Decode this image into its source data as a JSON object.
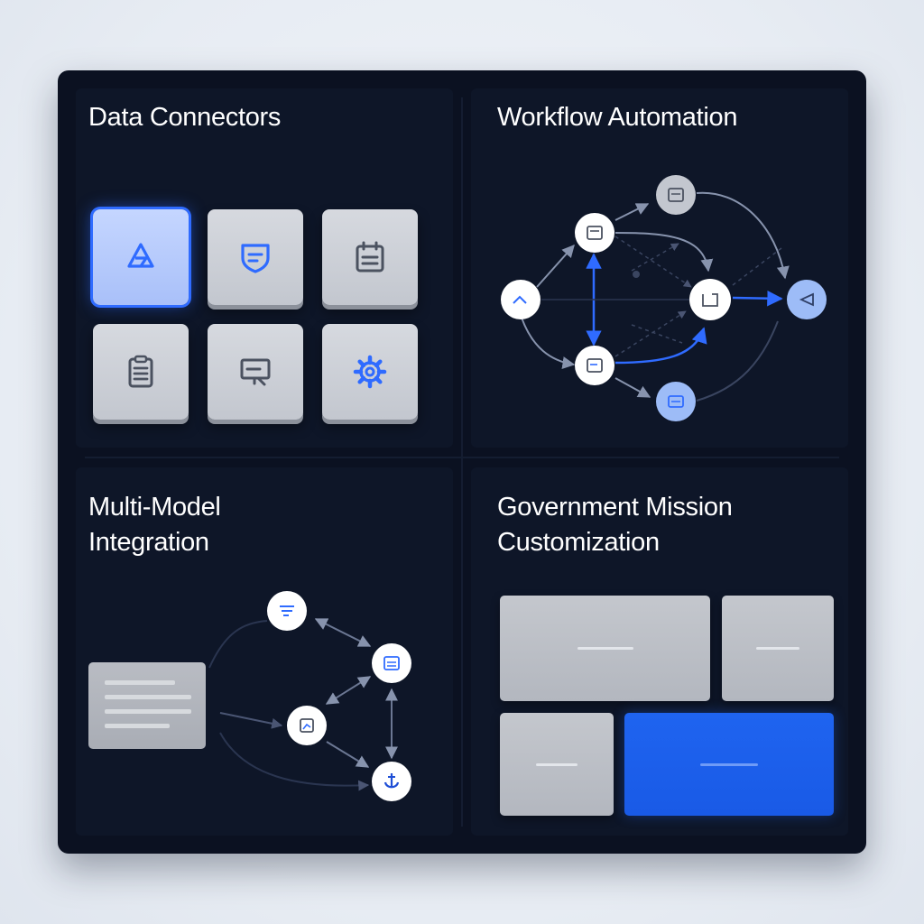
{
  "sections": {
    "data_connectors": {
      "title": "Data Connectors"
    },
    "workflow_automation": {
      "title": "Workflow Automation"
    },
    "multi_model": {
      "title_line1": "Multi-Model",
      "title_line2": "Integration"
    },
    "government_mission": {
      "title_line1": "Government Mission",
      "title_line2": "Customization"
    }
  },
  "connector_icons": [
    "triangle-connector-icon",
    "shield-document-icon",
    "calendar-icon",
    "clipboard-icon",
    "presentation-board-icon",
    "gear-icon"
  ],
  "colors": {
    "panel": "#0b1121",
    "quadrant": "#0e1628",
    "accent_blue": "#2f6bff",
    "tile_gray": "#c8ccd3",
    "node_white": "#ffffff",
    "node_blue": "#9dbcf7"
  }
}
